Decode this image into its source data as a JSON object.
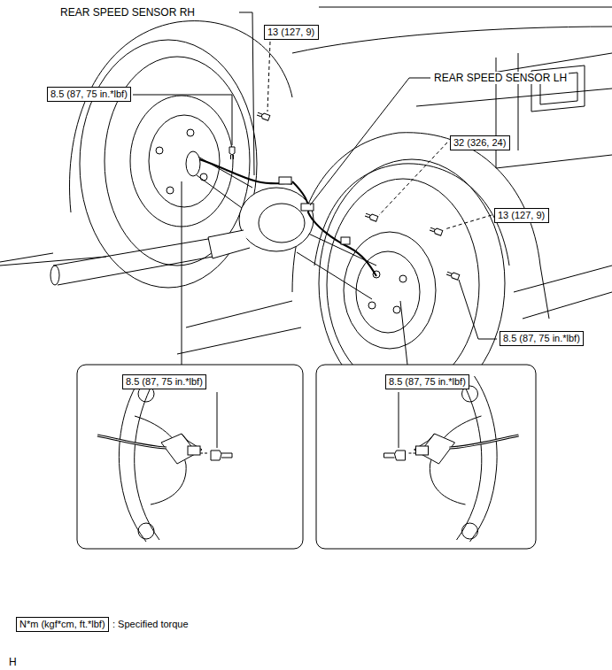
{
  "diagram": {
    "nodes": [
      {
        "text": [
          "13 (127, 9)"
        ]
      },
      {
        "text": [
          "8.5 (87, 75 in.*lbf)"
        ]
      },
      {
        "text": [
          "32 (326, 24)"
        ]
      },
      {
        "text": [
          "13 (127, 9)"
        ]
      },
      {
        "text": [
          "8.5 (87, 75 in.*lbf)"
        ]
      },
      {
        "text": [
          "8.5 (87, 75 in.*lbf)"
        ]
      },
      {
        "text": [
          "8.5 (87, 75 in.*lbf)"
        ]
      },
      {
        "text": [
          "N*m (kgf*cm, ft.*lbf)",
          ": Specified torque"
        ]
      }
    ],
    "labels": [
      "REAR SPEED SENSOR RH",
      "REAR SPEED SENSOR LH",
      "H"
    ]
  }
}
